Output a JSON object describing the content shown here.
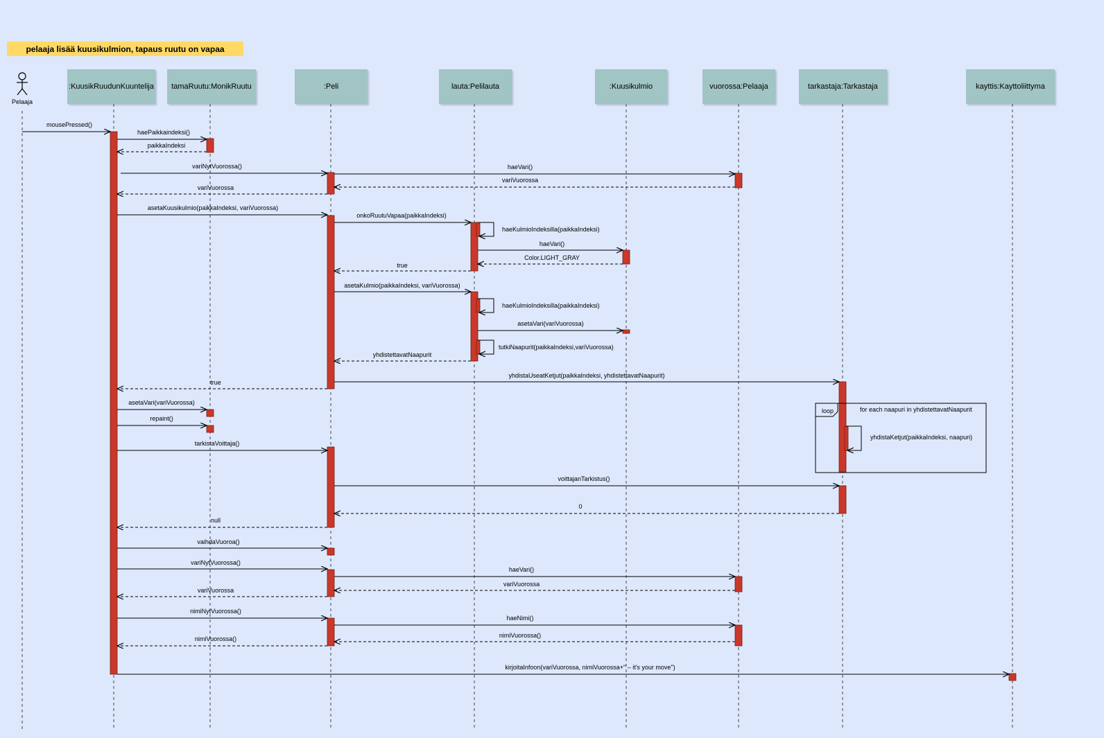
{
  "title": "pelaaja lisää kuusikulmion, tapaus ruutu on vapaa",
  "actor": {
    "label": "Pelaaja"
  },
  "lifelines": [
    {
      "id": "kuuntelija",
      "label": ":KuusikRuudunKuuntelija"
    },
    {
      "id": "monikruutu",
      "label": "tamaRuutu:MonikRuutu"
    },
    {
      "id": "peli",
      "label": ":Peli"
    },
    {
      "id": "pelilauta",
      "label": "lauta:Pelilauta"
    },
    {
      "id": "kuusikulmio",
      "label": ":Kuusikulmio"
    },
    {
      "id": "pelaaja",
      "label": "vuorossa:Pelaaja"
    },
    {
      "id": "tarkastaja",
      "label": "tarkastaja:Tarkastaja"
    },
    {
      "id": "kayttoliittyma",
      "label": "kayttis:Kayttoliittyma"
    }
  ],
  "messages": [
    {
      "from": "actor",
      "to": "kuuntelija",
      "label": "mousePressed()",
      "kind": "sync"
    },
    {
      "from": "kuuntelija",
      "to": "monikruutu",
      "label": "haePaikkaindeksi()",
      "kind": "sync"
    },
    {
      "from": "monikruutu",
      "to": "kuuntelija",
      "label": "paikkaIndeksi",
      "kind": "return"
    },
    {
      "from": "kuuntelija",
      "to": "peli",
      "label": "variNytVuorossa()",
      "kind": "sync"
    },
    {
      "from": "peli",
      "to": "pelaaja",
      "label": "haeVari()",
      "kind": "sync"
    },
    {
      "from": "pelaaja",
      "to": "peli",
      "label": "variVuorossa",
      "kind": "return"
    },
    {
      "from": "peli",
      "to": "kuuntelija",
      "label": "variVuorossa",
      "kind": "return"
    },
    {
      "from": "kuuntelija",
      "to": "peli",
      "label": "asetaKuusikulmio(paikkaIndeksi, variVuorossa)",
      "kind": "sync"
    },
    {
      "from": "peli",
      "to": "pelilauta",
      "label": "onkoRuutuVapaa(paikkaIndeksi)",
      "kind": "sync"
    },
    {
      "from": "pelilauta",
      "to": "pelilauta",
      "label": "haeKulmioIndeksilla(paikkaIndeksi)",
      "kind": "self"
    },
    {
      "from": "pelilauta",
      "to": "kuusikulmio",
      "label": "haeVari()",
      "kind": "sync"
    },
    {
      "from": "kuusikulmio",
      "to": "pelilauta",
      "label": "Color.LIGHT_GRAY",
      "kind": "return"
    },
    {
      "from": "pelilauta",
      "to": "peli",
      "label": "true",
      "kind": "return"
    },
    {
      "from": "peli",
      "to": "pelilauta",
      "label": "asetaKulmio(paikkaIndeksi, variVuorossa)",
      "kind": "sync"
    },
    {
      "from": "pelilauta",
      "to": "pelilauta",
      "label": "haeKulmioIndeksilla(paikkaIndeksi)",
      "kind": "self"
    },
    {
      "from": "pelilauta",
      "to": "kuusikulmio",
      "label": "asetaVari(variVuorossa)",
      "kind": "sync"
    },
    {
      "from": "pelilauta",
      "to": "pelilauta",
      "label": "tutkiNaapurit(paikkaIndeksi,variVuorossa)",
      "kind": "self"
    },
    {
      "from": "pelilauta",
      "to": "peli",
      "label": "yhdistettavatNaapurit",
      "kind": "return"
    },
    {
      "from": "peli",
      "to": "tarkastaja",
      "label": "yhdistaUseatKetjut(paikkaIndeksi, yhdistettavatNaapurit)",
      "kind": "sync"
    },
    {
      "from": "peli",
      "to": "kuuntelija",
      "label": "true",
      "kind": "return"
    },
    {
      "from": "kuuntelija",
      "to": "monikruutu",
      "label": "asetaVari(variVuorossa)",
      "kind": "sync"
    },
    {
      "from": "tarkastaja",
      "to": "tarkastaja",
      "label": "yhdistaKetjut(paikkaIndeksi, naapuri)",
      "kind": "self"
    },
    {
      "from": "kuuntelija",
      "to": "monikruutu",
      "label": "repaint()",
      "kind": "sync"
    },
    {
      "from": "kuuntelija",
      "to": "peli",
      "label": "tarkistaVoittaja()",
      "kind": "sync"
    },
    {
      "from": "peli",
      "to": "tarkastaja",
      "label": "voittajanTarkistus()",
      "kind": "sync"
    },
    {
      "from": "tarkastaja",
      "to": "peli",
      "label": "0",
      "kind": "return"
    },
    {
      "from": "peli",
      "to": "kuuntelija",
      "label": "null",
      "kind": "return"
    },
    {
      "from": "kuuntelija",
      "to": "peli",
      "label": "vaihdaVuoroa()",
      "kind": "sync"
    },
    {
      "from": "kuuntelija",
      "to": "peli",
      "label": "variNytVuorossa()",
      "kind": "sync"
    },
    {
      "from": "peli",
      "to": "pelaaja",
      "label": "haeVari()",
      "kind": "sync"
    },
    {
      "from": "pelaaja",
      "to": "peli",
      "label": "variVuorossa",
      "kind": "return"
    },
    {
      "from": "peli",
      "to": "kuuntelija",
      "label": "variVuorossa",
      "kind": "return"
    },
    {
      "from": "kuuntelija",
      "to": "peli",
      "label": "nimiNytVuorossa()",
      "kind": "sync"
    },
    {
      "from": "peli",
      "to": "pelaaja",
      "label": "haeNimi()",
      "kind": "sync"
    },
    {
      "from": "pelaaja",
      "to": "peli",
      "label": "nimiVuorossa()",
      "kind": "return"
    },
    {
      "from": "peli",
      "to": "kuuntelija",
      "label": "nimiVuorossa()",
      "kind": "return"
    },
    {
      "from": "kuuntelija",
      "to": "kayttoliittyma",
      "label": "kirjoitaInfoon(variVuorossa, nimiVuorossa+\" – it's your move\")",
      "kind": "sync"
    }
  ],
  "fragments": [
    {
      "operator": "loop",
      "guard": "for each naapuri in yhdistettavatNaapurit"
    }
  ],
  "colors": {
    "background": "#dde8fc",
    "title_banner": "#ffd966",
    "lifeline_box": "#a1c4c4",
    "activation": "#c9382a",
    "activation_border": "#7a1a10",
    "line": "#000000"
  }
}
